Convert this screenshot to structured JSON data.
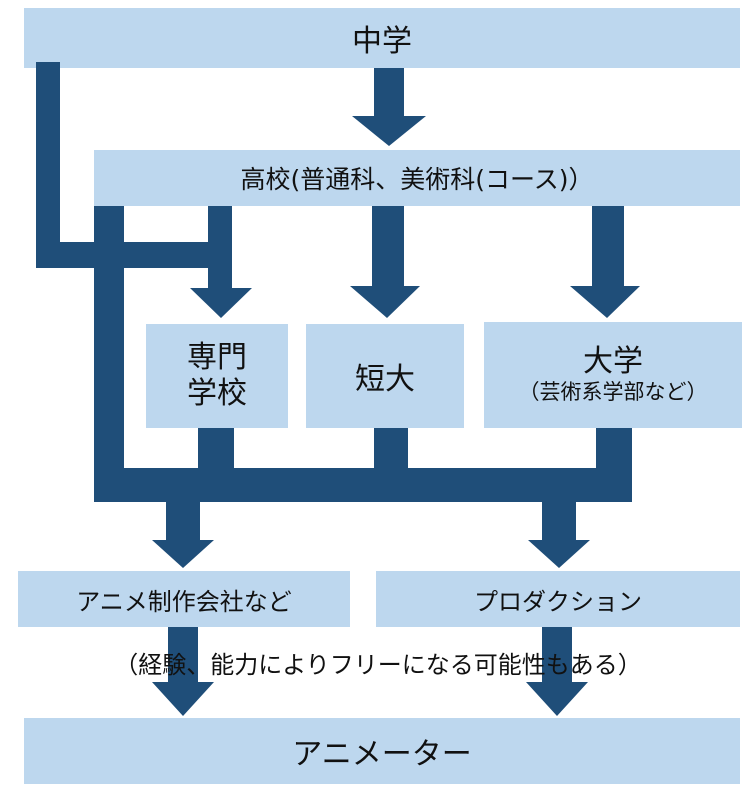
{
  "colors": {
    "box_fill": "#bdd7ee",
    "arrow": "#1f4e79"
  },
  "nodes": {
    "junior_high": "中学",
    "high_school": "高校(普通科、美術科(コース)）",
    "vocational_line1": "専門",
    "vocational_line2": "学校",
    "junior_college": "短大",
    "university_line1": "大学",
    "university_line2": "（芸術系学部など）",
    "anime_company": "アニメ制作会社など",
    "production": "プロダクション",
    "animator": "アニメーター"
  },
  "note": "（経験、能力によりフリーになる可能性もある）"
}
